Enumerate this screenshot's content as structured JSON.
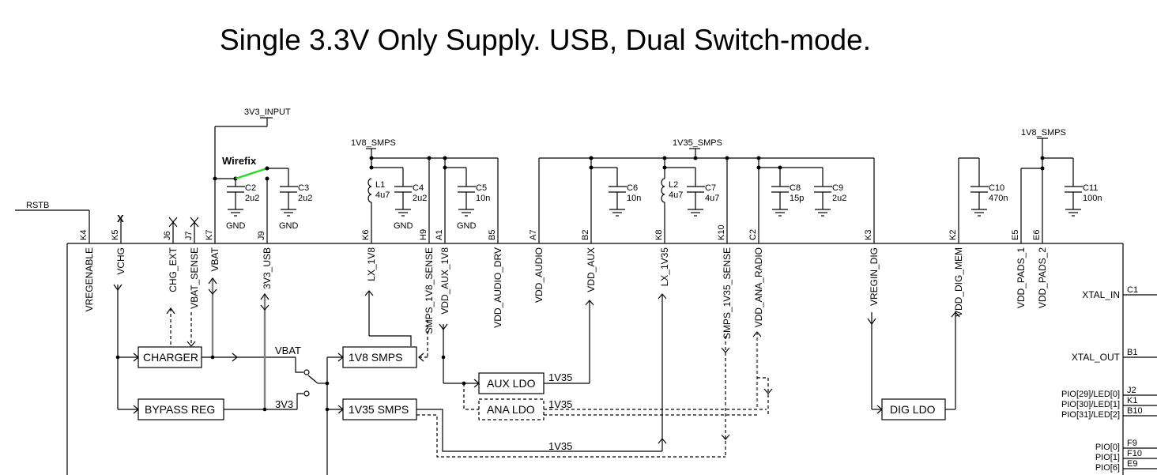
{
  "title": "Single 3.3V Only Supply. USB, Dual Switch-mode.",
  "nets": {
    "input_3v3": "3V3_INPUT",
    "smps_1v8_a": "1V8_SMPS",
    "smps_1v35": "1V35_SMPS",
    "smps_1v8_b": "1V8_SMPS",
    "rstb": "RSTB"
  },
  "annotation": {
    "wirefix": "Wirefix",
    "wirefix_color": "#22dd22",
    "no_connect": "X"
  },
  "components": [
    {
      "ref": "C2",
      "value": "2u2",
      "gnd": "GND"
    },
    {
      "ref": "C3",
      "value": "2u2",
      "gnd": "GND"
    },
    {
      "ref": "L1",
      "value": "4u7"
    },
    {
      "ref": "C4",
      "value": "2u2",
      "gnd": "GND"
    },
    {
      "ref": "C5",
      "value": "10n",
      "gnd": "GND"
    },
    {
      "ref": "C6",
      "value": "10n"
    },
    {
      "ref": "L2",
      "value": "4u7"
    },
    {
      "ref": "C7",
      "value": "4u7"
    },
    {
      "ref": "C8",
      "value": "15p"
    },
    {
      "ref": "C9",
      "value": "2u2"
    },
    {
      "ref": "C10",
      "value": "470n"
    },
    {
      "ref": "C11",
      "value": "100n"
    }
  ],
  "top_pins": [
    {
      "pin": "K4",
      "signal": "VREGENABLE"
    },
    {
      "pin": "K5",
      "signal": "VCHG"
    },
    {
      "pin": "J6",
      "signal": "CHG_EXT"
    },
    {
      "pin": "J7",
      "signal": "VBAT_SENSE"
    },
    {
      "pin": "K7",
      "signal": "VBAT"
    },
    {
      "pin": "J9",
      "signal": "3V3_USB"
    },
    {
      "pin": "K6",
      "signal": "LX_1V8"
    },
    {
      "pin": "H9",
      "signal": "SMPS_1V8_SENSE"
    },
    {
      "pin": "A1",
      "signal": "VDD_AUX_1V8"
    },
    {
      "pin": "B5",
      "signal": "VDD_AUDIO_DRV"
    },
    {
      "pin": "A7",
      "signal": "VDD_AUDIO"
    },
    {
      "pin": "B2",
      "signal": "VDD_AUX"
    },
    {
      "pin": "K8",
      "signal": "LX_1V35"
    },
    {
      "pin": "K10",
      "signal": "SMPS_1V35_SENSE"
    },
    {
      "pin": "C2",
      "signal": "VDD_ANA_RADIO"
    },
    {
      "pin": "K3",
      "signal": "VREGIN_DIG"
    },
    {
      "pin": "K2",
      "signal": "VDD_DIG_MEM"
    },
    {
      "pin": "E5",
      "signal": "VDD_PADS_1"
    },
    {
      "pin": "E6",
      "signal": "VDD_PADS_2"
    }
  ],
  "right_pins": [
    {
      "pin": "C1",
      "signal": "XTAL_IN"
    },
    {
      "pin": "B1",
      "signal": "XTAL_OUT"
    },
    {
      "pin": "J2",
      "signal": "PIO[29]/LED[0]"
    },
    {
      "pin": "K1",
      "signal": "PIO[30]/LED[1]"
    },
    {
      "pin": "B10",
      "signal": "PIO[31]/LED[2]"
    },
    {
      "pin": "F9",
      "signal": "PIO[0]"
    },
    {
      "pin": "F10",
      "signal": "PIO[1]"
    },
    {
      "pin": "E9",
      "signal": "PIO[6]"
    }
  ],
  "blocks": {
    "charger": "CHARGER",
    "bypass_reg": "BYPASS REG",
    "smps_1v8": "1V8 SMPS",
    "smps_1v35": "1V35 SMPS",
    "aux_ldo": "AUX LDO",
    "ana_ldo": "ANA LDO",
    "dig_ldo": "DIG LDO"
  },
  "internal_nets": {
    "vbat": "VBAT",
    "v3v3": "3V3",
    "aux_out": "1V35",
    "ana_out": "1V35",
    "smps_out": "1V35"
  }
}
